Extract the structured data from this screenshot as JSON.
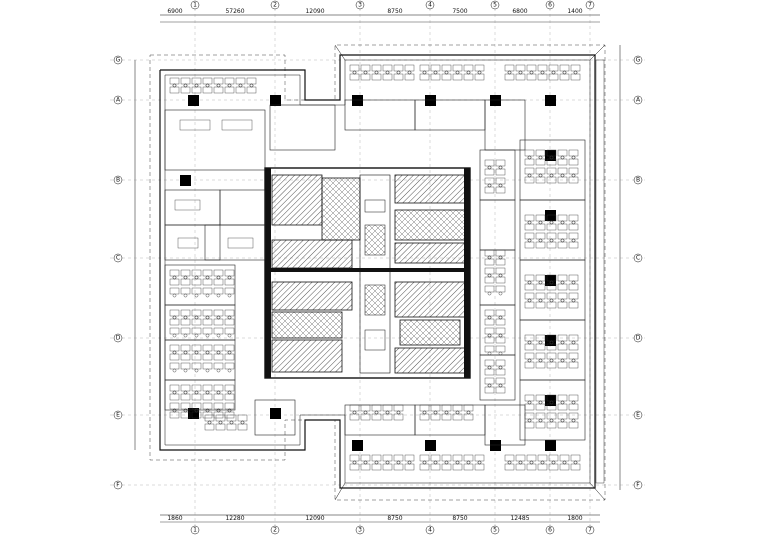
{
  "top_dims": [
    "6900",
    "57260",
    "12090",
    "8750",
    "7500",
    "6800",
    "1400"
  ],
  "bottom_dims": [
    "1860",
    "12280",
    "12090",
    "8750",
    "8750",
    "12485",
    "1800"
  ],
  "grid_cols": [
    "1",
    "2",
    "3",
    "4",
    "5",
    "6",
    "7"
  ],
  "grid_rows": [
    "A",
    "B",
    "C",
    "D",
    "E",
    "F",
    "G"
  ],
  "colors": {
    "line": "#111111",
    "core_hatch": "#555555",
    "solid_column": "#000000",
    "background": "#ffffff"
  }
}
